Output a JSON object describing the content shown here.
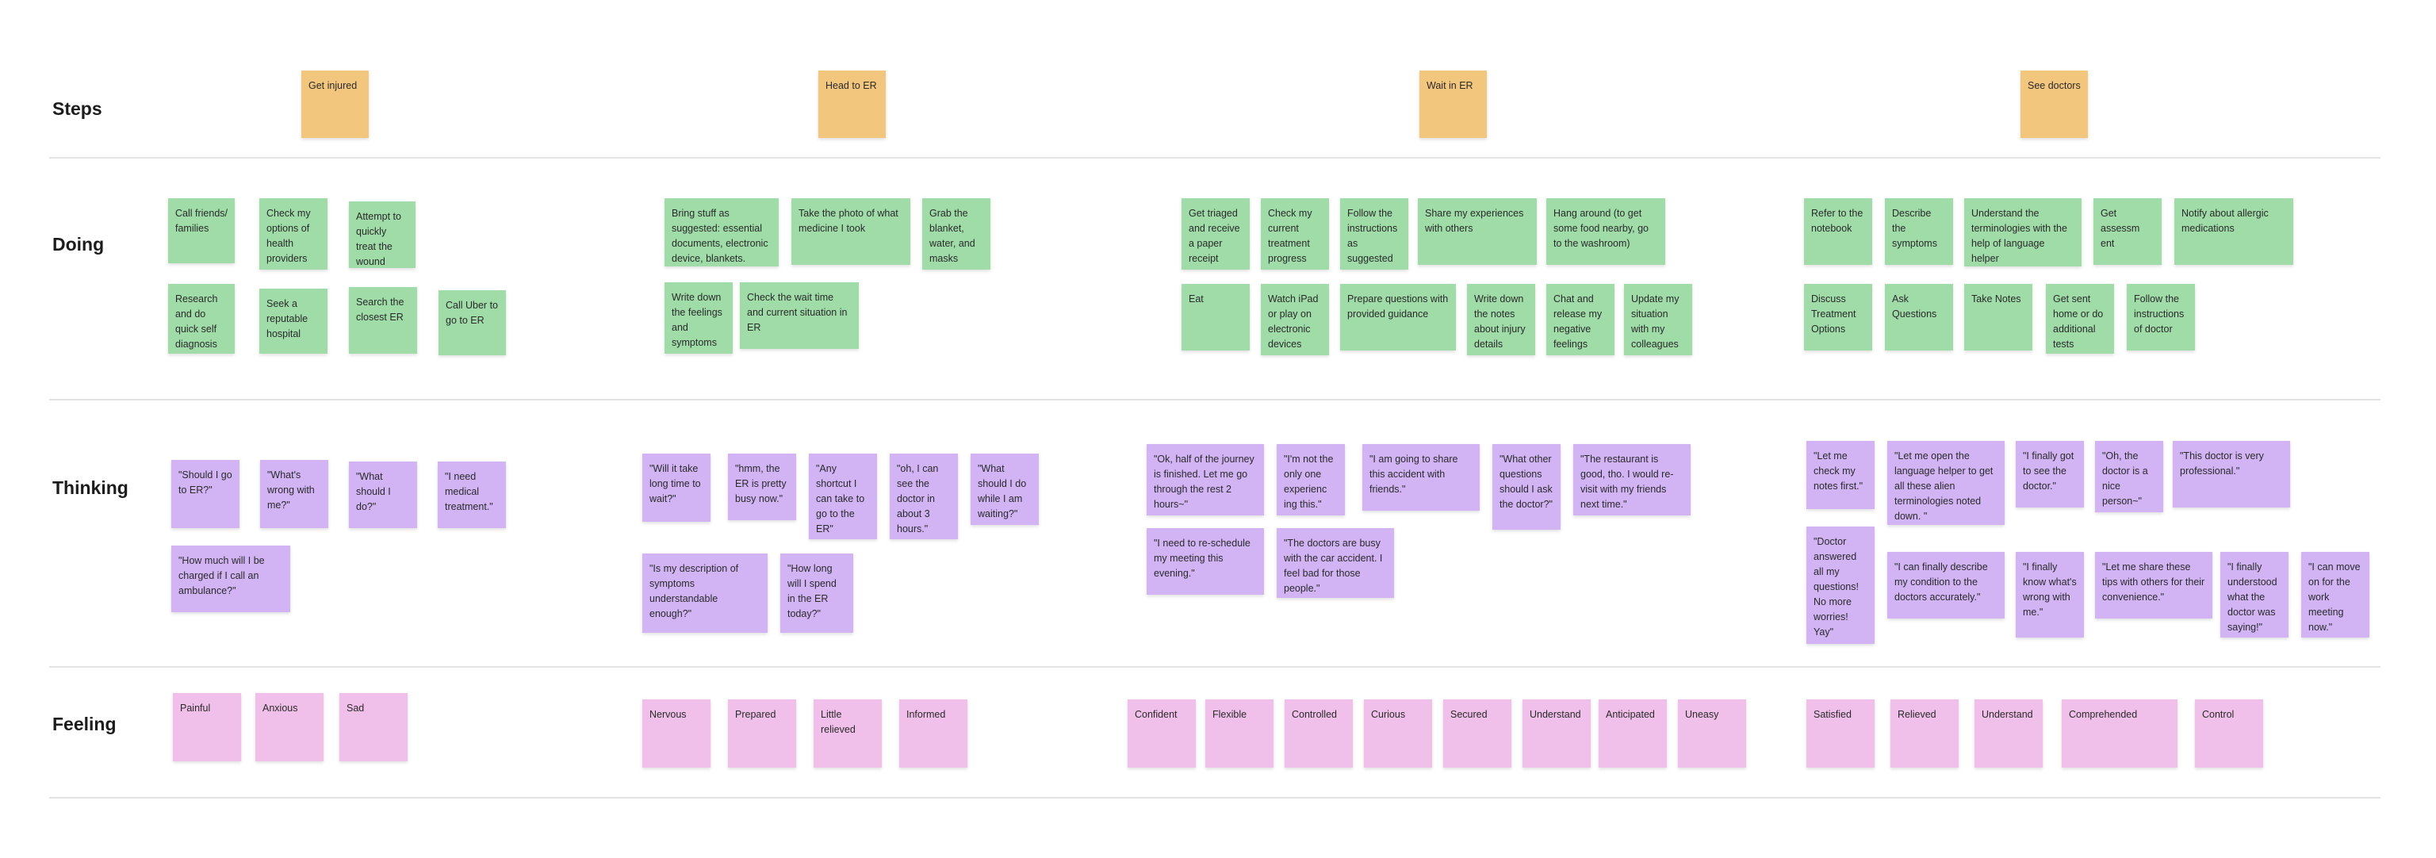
{
  "colors": {
    "step": "#f3c67e",
    "doing": "#9fdca8",
    "thinking": "#d2b4f5",
    "feeling": "#f0c0ea"
  },
  "rows": {
    "steps": "Steps",
    "doing": "Doing",
    "thinking": "Thinking",
    "feeling": "Feeling"
  },
  "steps": [
    "Get injured",
    "Head to ER",
    "Wait in ER",
    "See doctors"
  ],
  "doing": {
    "s1": [
      "Call friends/ families",
      "Check my options of health providers",
      "Attempt to quickly treat the wound",
      "Research and do quick self diagnosis",
      "Seek a reputable hospital",
      "Search the closest ER",
      "Call Uber to go to ER"
    ],
    "s2": [
      "Bring stuff as suggested: essential documents, electronic device, blankets.",
      "Take the photo of what medicine I took",
      "Grab the blanket, water, and masks",
      "Write down the feelings and symptoms",
      "Check the wait time and current situation in ER"
    ],
    "s3": [
      "Get triaged and receive a paper receipt",
      "Check my current treatment progress",
      "Follow the instructions as suggested",
      "Share my experiences with others",
      "Hang around (to get some food nearby, go to the washroom)",
      "Eat",
      "Watch iPad or play on electronic devices",
      "Prepare questions with provided guidance",
      "Write down the notes about injury details",
      "Chat and release my negative feelings",
      "Update my situation with my colleagues"
    ],
    "s4": [
      "Refer to the notebook",
      "Describe the symptoms",
      "Understand the terminologies with the help of language helper",
      "Get assessm ent",
      "Notify about allergic medications",
      "Discuss Treatment Options",
      "Ask Questions",
      "Take Notes",
      "Get sent home or do additional tests",
      "Follow the instructions of doctor"
    ]
  },
  "thinking": {
    "s1": [
      "\"Should I go to ER?\"",
      "\"What's wrong with me?\"",
      "\"What should I do?\"",
      "\"I need medical treatment.\"",
      "\"How much will I be charged if I call an ambulance?\""
    ],
    "s2": [
      "\"Will it take long time to wait?\"",
      "\"hmm, the ER is pretty busy now.\"",
      "\"Any shortcut I can take to go to the ER\"",
      "\"oh, I can see the doctor in about 3 hours.\"",
      "\"What should I do while I am waiting?\"",
      "\"Is my description of symptoms understandable enough?\"",
      "\"How long will I spend in the ER today?\""
    ],
    "s3": [
      "\"Ok, half of the journey is finished. Let me go through the rest 2 hours~\"",
      "\"I'm not the only one experienc ing this.\"",
      "\"I am going to share this accident with friends.\"",
      "\"What other questions should I ask the doctor?\"",
      "\"The restaurant is good, tho. I would re-visit with my friends next time.\"",
      "\"I need to re-schedule my meeting this evening.\"",
      "\"The doctors are busy with the car accident. I feel bad for those people.\""
    ],
    "s4": [
      "\"Let me check my notes first.\"",
      "\"Let me open the language helper to get all these alien terminologies noted down. \"",
      "\"I finally got to see the doctor.\"",
      "\"Oh, the doctor is a nice person~\"",
      "\"This doctor is very professional.\"",
      "\"Doctor answered all my questions! No more worries! Yay\"",
      "\"I can finally describe my condition to the doctors accurately.\"",
      "\"I finally know what's wrong with me.\"",
      "\"Let me share these tips with others for their convenience.\"",
      "\"I finally understood what the doctor was saying!\"",
      "\"I can move on for the work meeting now.\""
    ]
  },
  "feeling": {
    "s1": [
      "Painful",
      "Anxious",
      "Sad"
    ],
    "s2": [
      "Nervous",
      "Prepared",
      "Little relieved",
      "Informed"
    ],
    "s3": [
      "Confident",
      "Flexible",
      "Controlled",
      "Curious",
      "Secured",
      "Understand",
      "Anticipated",
      "Uneasy"
    ],
    "s4": [
      "Satisfied",
      "Relieved",
      "Understand",
      "Comprehended",
      "Control"
    ]
  }
}
